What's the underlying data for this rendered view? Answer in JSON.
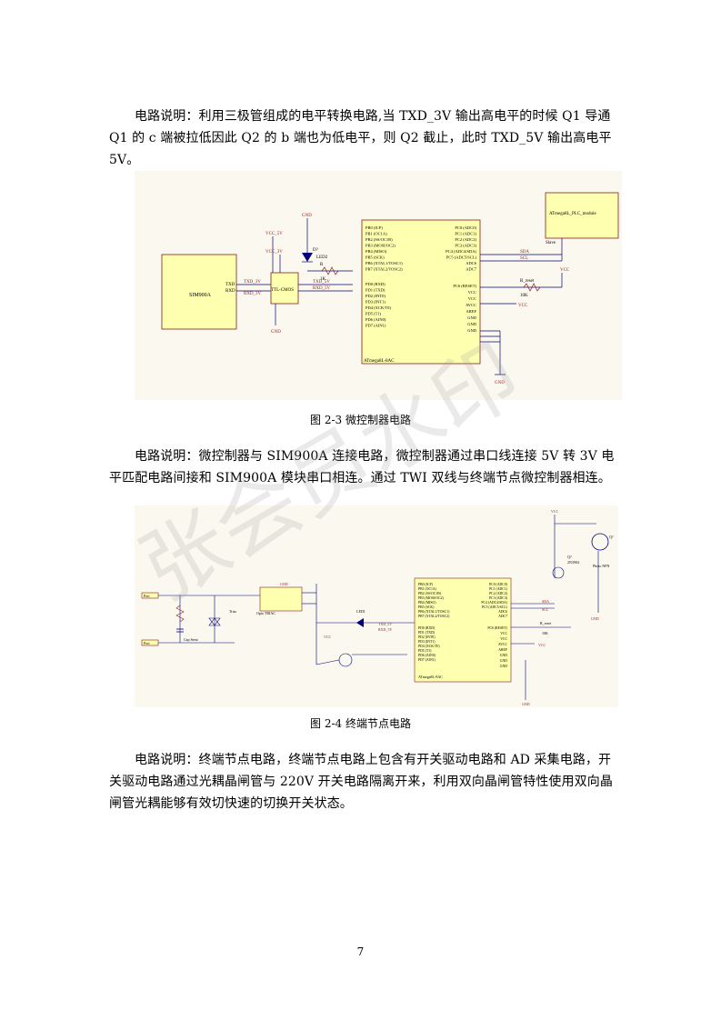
{
  "paragraphs": {
    "p1": "电路说明：利用三极管组成的电平转换电路,当 TXD_3V 输出高电平的时候 Q1 导通 Q1 的 c 端被拉低因此 Q2 的 b 端也为低电平，则 Q2 截止，此时 TXD_5V 输出高电平 5V。",
    "p2": "电路说明：微控制器与 SIM900A 连接电路，微控制器通过串口线连接 5V 转 3V 电平匹配电路间接和 SIM900A 模块串口相连。通过 TWI 双线与终端节点微控制器相连。",
    "p3": "电路说明：终端节点电路，终端节点电路上包含有开关驱动电路和 AD 采集电路，开关驱动电路通过光耦晶闸管与 220V 开关电路隔离开来，利用双向晶闸管特性使用双向晶闸管光耦能够有效切快速的切换开关状态。"
  },
  "captions": {
    "fig1": "图 2-3  微控制器电路",
    "fig2": "图 2-4  终端节点电路"
  },
  "fig1": {
    "sim_label": "SIM900A",
    "sim_txd": "TXD",
    "sim_rxd": "RXD",
    "ttl_label": "TTL-CMOS",
    "vcc5": "VCC_5V",
    "vcc3": "VCC_3V",
    "gnd": "GND",
    "led": "LED2",
    "d_label": "D?",
    "r_label": "R",
    "r_val": "1K",
    "txd3": "TXD_3V",
    "rxd3": "RXD_3V",
    "txd5": "TXD_5V",
    "rxd5": "RXD_5V",
    "mcu_name": "ATmega8L-8AC",
    "plc_name": "ATmega8L_PLC_module",
    "slave": "Slave",
    "sda": "SDA",
    "scl": "SCL",
    "vcc": "VCC",
    "r_reset": "R_reset",
    "r_reset_val": "10K",
    "left_pins": [
      "PB0 (ICP)",
      "PB1 (OC1A)",
      "PB2 (SS/OC1B)",
      "PB3 (MOSI/OC2)",
      "PB4 (MISO)",
      "PB5 (SCK)",
      "PB6 (XTAL1/TOSC1)",
      "PB7 (XTAL2/TOSC2)"
    ],
    "left_pins2": [
      "PD0 (RXD)",
      "PD1 (TXD)",
      "PD2 (INT0)",
      "PD3 (INT1)",
      "PD4 (XCK/T0)",
      "PD5 (T1)",
      "PD6 (AIN0)",
      "PD7 (AIN1)"
    ],
    "right_pins": [
      "PC0 (ADC0)",
      "PC1 (ADC1)",
      "PC2 (ADC2)",
      "PC3 (ADC3)",
      "PC4 (ADC4/SDA)",
      "PC5 (ADC5/SCL)",
      "ADC6",
      "ADC7"
    ],
    "right_pins2": [
      "PC6 (RESET)",
      "VCC",
      "VCC",
      "AVCC",
      "AREF",
      "GND",
      "GND",
      "GND"
    ]
  },
  "fig2": {
    "in1": "Port",
    "in2": "Port",
    "gnd": "GND",
    "vcc": "VCC",
    "mcu_name": "ATmega8L-8AC",
    "photo": "Photo NPN",
    "q_label": "Q?",
    "q_part": "2N3904",
    "triac": "Triac",
    "opto": "Opto TRIAC",
    "r_reset": "R_reset",
    "r_reset_val": "10K",
    "sda": "SDA",
    "scl": "SCL",
    "txd5": "TXD_5V",
    "rxd5": "RXD_5V",
    "led": "LED1",
    "cap": "Cap Semi",
    "left_pins": [
      "PB0 (ICP)",
      "PB1 (OC1A)",
      "PB2 (SS/OC1B)",
      "PB3 (MOSI/OC2)",
      "PB4 (MISO)",
      "PB5 (SCK)",
      "PB6 (XTAL1/TOSC1)",
      "PB7 (XTAL2/TOSC2)"
    ],
    "left_pins2": [
      "PD0 (RXD)",
      "PD1 (TXD)",
      "PD2 (INT0)",
      "PD3 (INT1)",
      "PD4 (XCK/T0)",
      "PD5 (T1)",
      "PD6 (AIN0)",
      "PD7 (AIN1)"
    ],
    "right_pins": [
      "PC0 (ADC0)",
      "PC1 (ADC1)",
      "PC2 (ADC2)",
      "PC3 (ADC3)",
      "PC4 (ADC4/SDA)",
      "PC5 (ADC5/SCL)",
      "ADC6",
      "ADC7"
    ],
    "right_pins2": [
      "PC6 (RESET)",
      "VCC",
      "VCC",
      "AVCC",
      "AREF",
      "GND",
      "GND",
      "GND"
    ]
  },
  "watermark": "张会员水印",
  "page_number": "7"
}
